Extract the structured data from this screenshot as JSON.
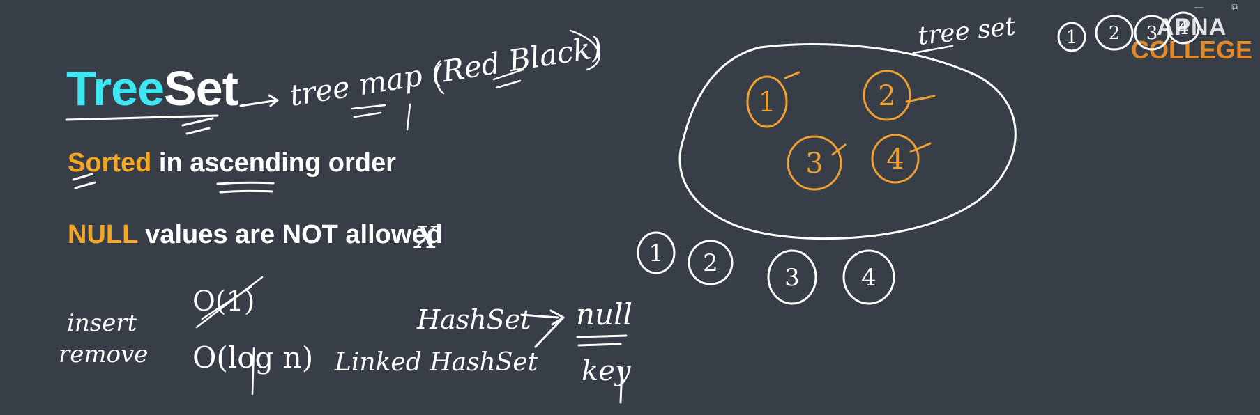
{
  "slide": {
    "title_part1": "Tree",
    "title_part2": "Set",
    "line1": {
      "accent": "Sorted",
      "rest": " in ascending order"
    },
    "line2": {
      "accent": "NULL",
      "rest": " values are NOT allowed"
    }
  },
  "logo": {
    "line1": "APNA",
    "line2": "COLLEGE"
  },
  "window_controls": {
    "minimize": "—",
    "restore": "⧉"
  },
  "handwritten_notes": {
    "treemap_note": "tree map (Red Black)",
    "insert_label": "insert",
    "remove_label": "remove",
    "struck_complexity": "O(1)",
    "complexity": "O(log n)",
    "hashset_label": "HashSet",
    "linked_hashset_label": "Linked HashSet",
    "null_label": "null",
    "key_label": "key",
    "treeset_label": "tree set",
    "cross_mark": "X"
  },
  "diagram": {
    "set_elements": [
      "1",
      "2",
      "3",
      "4"
    ],
    "outside_elements": [
      "1",
      "2",
      "3",
      "4"
    ],
    "ordered_elements": [
      "1",
      "2",
      "3",
      "4"
    ]
  },
  "colors": {
    "background": "#373e47",
    "title_accent": "#3ee6f2",
    "highlight": "#f5a623",
    "ink": "#ffffff",
    "logo_accent": "#e08a2b"
  }
}
